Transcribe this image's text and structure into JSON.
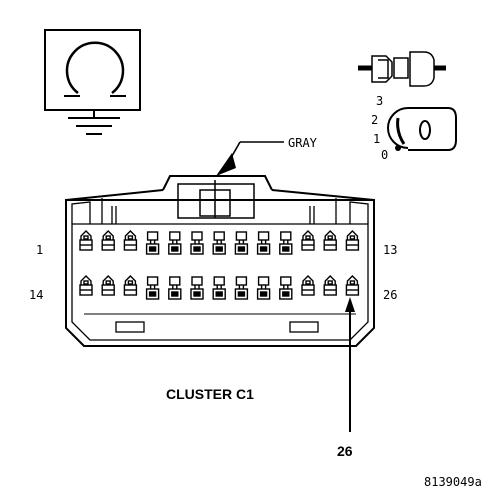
{
  "diagram": {
    "color_label": "GRAY",
    "connector_name": "CLUSTER C1",
    "pin_labels": {
      "top_left": "1",
      "top_right": "13",
      "bottom_left": "14",
      "bottom_right": "26"
    },
    "callout_pin": "26",
    "figure_id": "8139049a",
    "key_positions": [
      "3",
      "2",
      "1",
      "0"
    ],
    "key_letter": "O",
    "row_count": 2,
    "pins_per_row": 13
  }
}
